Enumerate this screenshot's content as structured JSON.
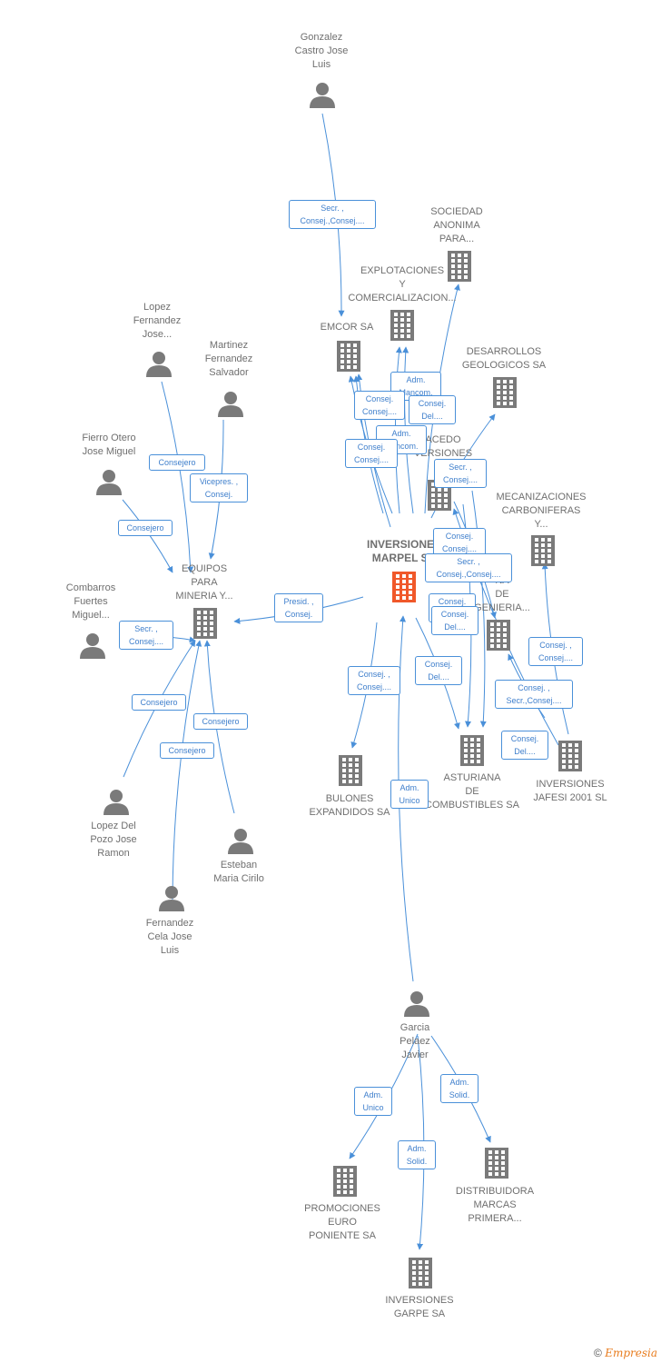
{
  "nodes": {
    "gonzalez": {
      "label": "Gonzalez\nCastro Jose\nLuis",
      "icon": "person-icon"
    },
    "sociedad": {
      "label": "SOCIEDAD\nANONIMA\nPARA...",
      "icon": "building-icon"
    },
    "explotaciones": {
      "label": "EXPLOTACIONES\nY\nCOMERCIALIZACION...",
      "icon": "building-icon"
    },
    "emcor": {
      "label": "EMCOR SA",
      "icon": "building-icon"
    },
    "desarrollos": {
      "label": "DESARROLLOS\nGEOLOGICOS SA",
      "icon": "building-icon"
    },
    "lopez_fj": {
      "label": "Lopez\nFernandez\nJose...",
      "icon": "person-icon"
    },
    "martinez": {
      "label": "Martinez\nFernandez\nSalvador",
      "icon": "person-icon"
    },
    "fierro": {
      "label": "Fierro Otero\nJose Miguel",
      "icon": "person-icon"
    },
    "acedo": {
      "label": "ACEDO\nVERSIONES",
      "icon": "building-icon"
    },
    "mecanizaciones": {
      "label": "MECANIZACIONES\nCARBONIFERAS\nY...",
      "icon": "building-icon"
    },
    "inversiones_marpel": {
      "label": "INVERSIONES\nMARPEL SA",
      "icon": "building-icon"
    },
    "equipos": {
      "label": "EQUIPOS\nPARA\nMINERIA Y...",
      "icon": "building-icon"
    },
    "combarros": {
      "label": "Combarros\nFuertes\nMiguel...",
      "icon": "person-icon"
    },
    "ingenieria": {
      "label": "NA\nDE\nGENIERIA...",
      "icon": "building-icon"
    },
    "bulones": {
      "label": "BULONES\nEXPANDIDOS SA",
      "icon": "building-icon"
    },
    "asturiana": {
      "label": "ASTURIANA\nDE\nCOMBUSTIBLES SA",
      "icon": "building-icon"
    },
    "jafesi": {
      "label": "INVERSIONES\nJAFESI 2001 SL",
      "icon": "building-icon"
    },
    "lopez_pozo": {
      "label": "Lopez Del\nPozo Jose\nRamon",
      "icon": "person-icon"
    },
    "esteban": {
      "label": "Esteban\nMaria Cirilo",
      "icon": "person-icon"
    },
    "fernandez_cela": {
      "label": "Fernandez\nCela Jose\nLuis",
      "icon": "person-icon"
    },
    "garcia": {
      "label": "Garcia\nPelaez\nJavier",
      "icon": "person-icon"
    },
    "promociones": {
      "label": "PROMOCIONES\nEURO\nPONIENTE SA",
      "icon": "building-icon"
    },
    "distribuidora": {
      "label": "DISTRIBUIDORA\nMARCAS\nPRIMERA...",
      "icon": "building-icon"
    },
    "garpe": {
      "label": "INVERSIONES\nGARPE SA",
      "icon": "building-icon"
    }
  },
  "edge_labels": {
    "e1": "Secr. ,\nConsej.,Consej....",
    "e2": "Adm.\nMancom.",
    "e3": "Consej.\nConsej....",
    "e4": "Consej.\nDel....",
    "e5": "Adm.\nMancom.",
    "e6": "Consej.\nConsej....",
    "e7": "Secr. ,\nConsej....",
    "e8": "Consej.\nConsej....",
    "e9": "Secr. ,\nConsej.,Consej....",
    "e10": "Consej.\nDel....",
    "e11": "Consej.\nDel....",
    "e12": "Consej. ,\nConsej....",
    "e13": "Consej. ,\nSecr.,Consej....",
    "e14": "Consej.\nDel....",
    "e15": "Consejero",
    "e16": "Vicepres. ,\nConsej.",
    "e17": "Consejero",
    "e18": "Presid. ,\nConsej.",
    "e19": "Secr. ,\nConsej....",
    "e20": "Consejero",
    "e21": "Consejero",
    "e22": "Consejero",
    "e23": "Consej. ,\nConsej....",
    "e24": "Consej.\nDel....",
    "e25": "Adm.\nUnico",
    "e26": "Adm.\nUnico",
    "e27": "Adm.\nSolid.",
    "e28": "Adm.\nSolid."
  },
  "colors": {
    "edge": "#4a90d9",
    "node_icon": "#7a7a7a",
    "center_icon": "#f0582a"
  },
  "footer": {
    "symbol": "©",
    "brand": "Empresia"
  }
}
